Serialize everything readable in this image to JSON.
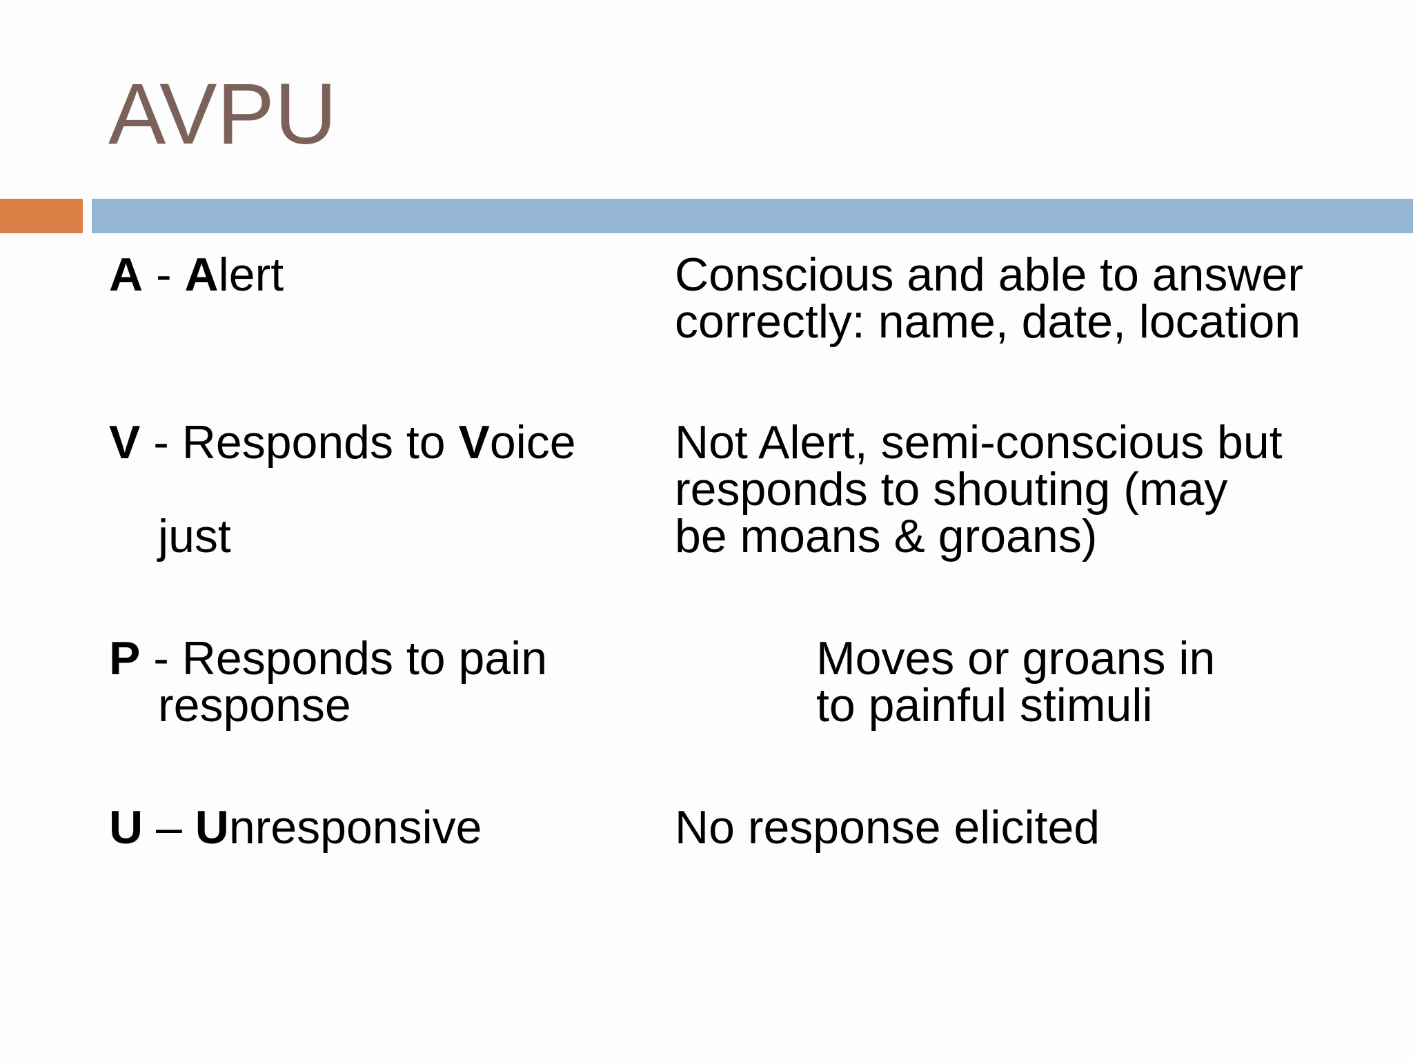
{
  "slide": {
    "title": "AVPU",
    "accent_colors": {
      "orange": "#dd8047",
      "blue": "#94b6d2",
      "title": "#7a625a"
    },
    "rows": [
      {
        "term": {
          "letter": "A",
          "separator": " - ",
          "key_letter": "A",
          "rest": "lert",
          "continuation": ""
        },
        "description": [
          "Conscious and able to answer",
          "correctly: name, date, location"
        ]
      },
      {
        "term": {
          "letter": "V",
          "separator": " - Responds to ",
          "key_letter": "V",
          "rest": "oice",
          "continuation": "just"
        },
        "description": [
          "Not Alert, semi-conscious but",
          "responds to shouting (may",
          "be moans & groans)"
        ]
      },
      {
        "term": {
          "letter": "P",
          "separator": " - Responds to pain",
          "key_letter": "",
          "rest": "",
          "continuation": "response"
        },
        "description": [
          "Moves or groans in",
          "to painful stimuli"
        ]
      },
      {
        "term": {
          "letter": "U",
          "separator": " – ",
          "key_letter": "U",
          "rest": "nresponsive",
          "continuation": ""
        },
        "description": [
          "No response elicited"
        ]
      }
    ]
  }
}
